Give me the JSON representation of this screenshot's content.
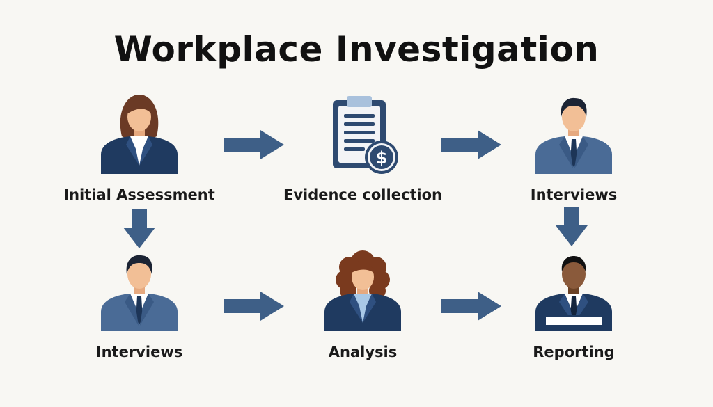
{
  "title": "Workplace Investigation",
  "colors": {
    "navy": "#2e4a70",
    "arrow": "#3e5f87",
    "skin": "#f2bf96",
    "background": "#f8f7f3"
  },
  "nodes": [
    {
      "label": "Initial Assessment",
      "icon": "woman-investigator-icon"
    },
    {
      "label": "Evidence collection",
      "icon": "clipboard-dollar-icon"
    },
    {
      "label": "Interviews",
      "icon": "man-in-suit-icon"
    },
    {
      "label": "Interviews",
      "icon": "man-in-suit-icon"
    },
    {
      "label": "Analysis",
      "icon": "curly-hair-woman-icon"
    },
    {
      "label": "Reporting",
      "icon": "man-with-nameplate-icon"
    }
  ],
  "edges": [
    {
      "from": "Initial Assessment",
      "to": "Evidence collection"
    },
    {
      "from": "Evidence collection",
      "to": "Interviews"
    },
    {
      "from": "Initial Assessment",
      "to": "Interviews"
    },
    {
      "from": "Interviews",
      "to": "Reporting"
    },
    {
      "from": "Interviews",
      "to": "Analysis"
    },
    {
      "from": "Analysis",
      "to": "Reporting"
    }
  ]
}
